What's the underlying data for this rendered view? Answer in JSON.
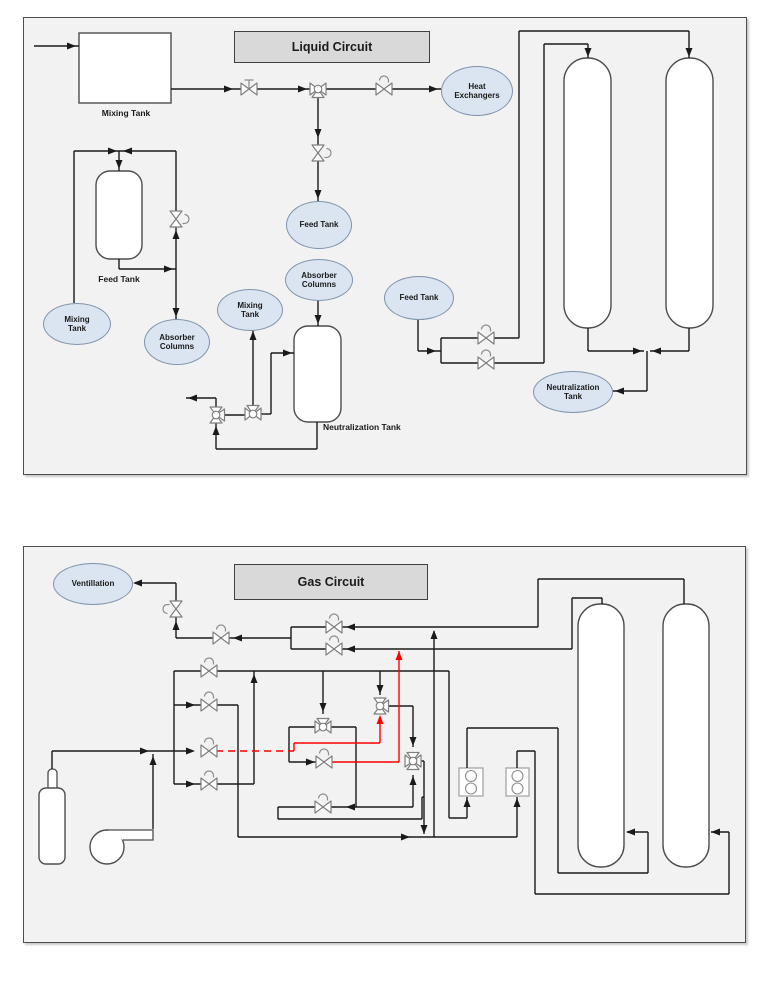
{
  "colors": {
    "page_background": "#ffffff",
    "panel_fill": "#f2f2f2",
    "panel_border": "#4d4d4d",
    "pipe_line": "#1a1a1a",
    "highlight_path": "#ff0000",
    "bubble_fill": "#dbe5f1",
    "bubble_border": "#7f93ab",
    "title_fill": "#d9d9d9",
    "valve_outline": "#7f7f7f",
    "vessel_fill": "#ffffff"
  },
  "liquid": {
    "title": "Liquid Circuit",
    "tank_labels": {
      "mixing_tank": "Mixing Tank",
      "feed_tank": "Feed Tank",
      "neutralization_tank": "Neutralization Tank"
    },
    "ellipses": {
      "heat_exchangers": "Heat\nExchangers",
      "feed_tank_center": "Feed Tank",
      "mixing_tank_left": "Mixing\nTank",
      "absorber_columns_left": "Absorber\nColumns",
      "mixing_tank_center": "Mixing\nTank",
      "absorber_columns_center": "Absorber\nColumns",
      "feed_tank_right": "Feed Tank",
      "neutralization_tank": "Neutralization\nTank"
    }
  },
  "gas": {
    "title": "Gas Circuit",
    "ellipses": {
      "ventilation": "Ventillation"
    }
  }
}
